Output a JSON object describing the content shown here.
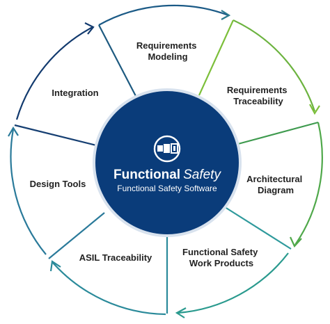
{
  "center": {
    "title_bold": "Functional",
    "title_light": "Safety",
    "subtitle": "Functional Safety Software",
    "logo_icon": "connector-plug-icon"
  },
  "segments": [
    {
      "lines": [
        "Requirements",
        "Modeling"
      ]
    },
    {
      "lines": [
        "Requirements",
        "Traceability"
      ]
    },
    {
      "lines": [
        "Architectural",
        "Diagram"
      ]
    },
    {
      "lines": [
        "Functional Safety",
        "Work Products"
      ]
    },
    {
      "lines": [
        "ASIL Traceability"
      ]
    },
    {
      "lines": [
        "Design Tools"
      ]
    },
    {
      "lines": [
        "Integration"
      ]
    }
  ],
  "colors": {
    "center_fill": "#0a3c7a",
    "center_ring": "#d8e2ee",
    "arc_navy": "#123a6e",
    "arc_teal": "#2a8a9a",
    "arc_green": "#7cbf3a",
    "divider_navy": "#1d4f7c",
    "divider_teal": "#2f9a9c",
    "divider_green": "#6cb33f"
  }
}
